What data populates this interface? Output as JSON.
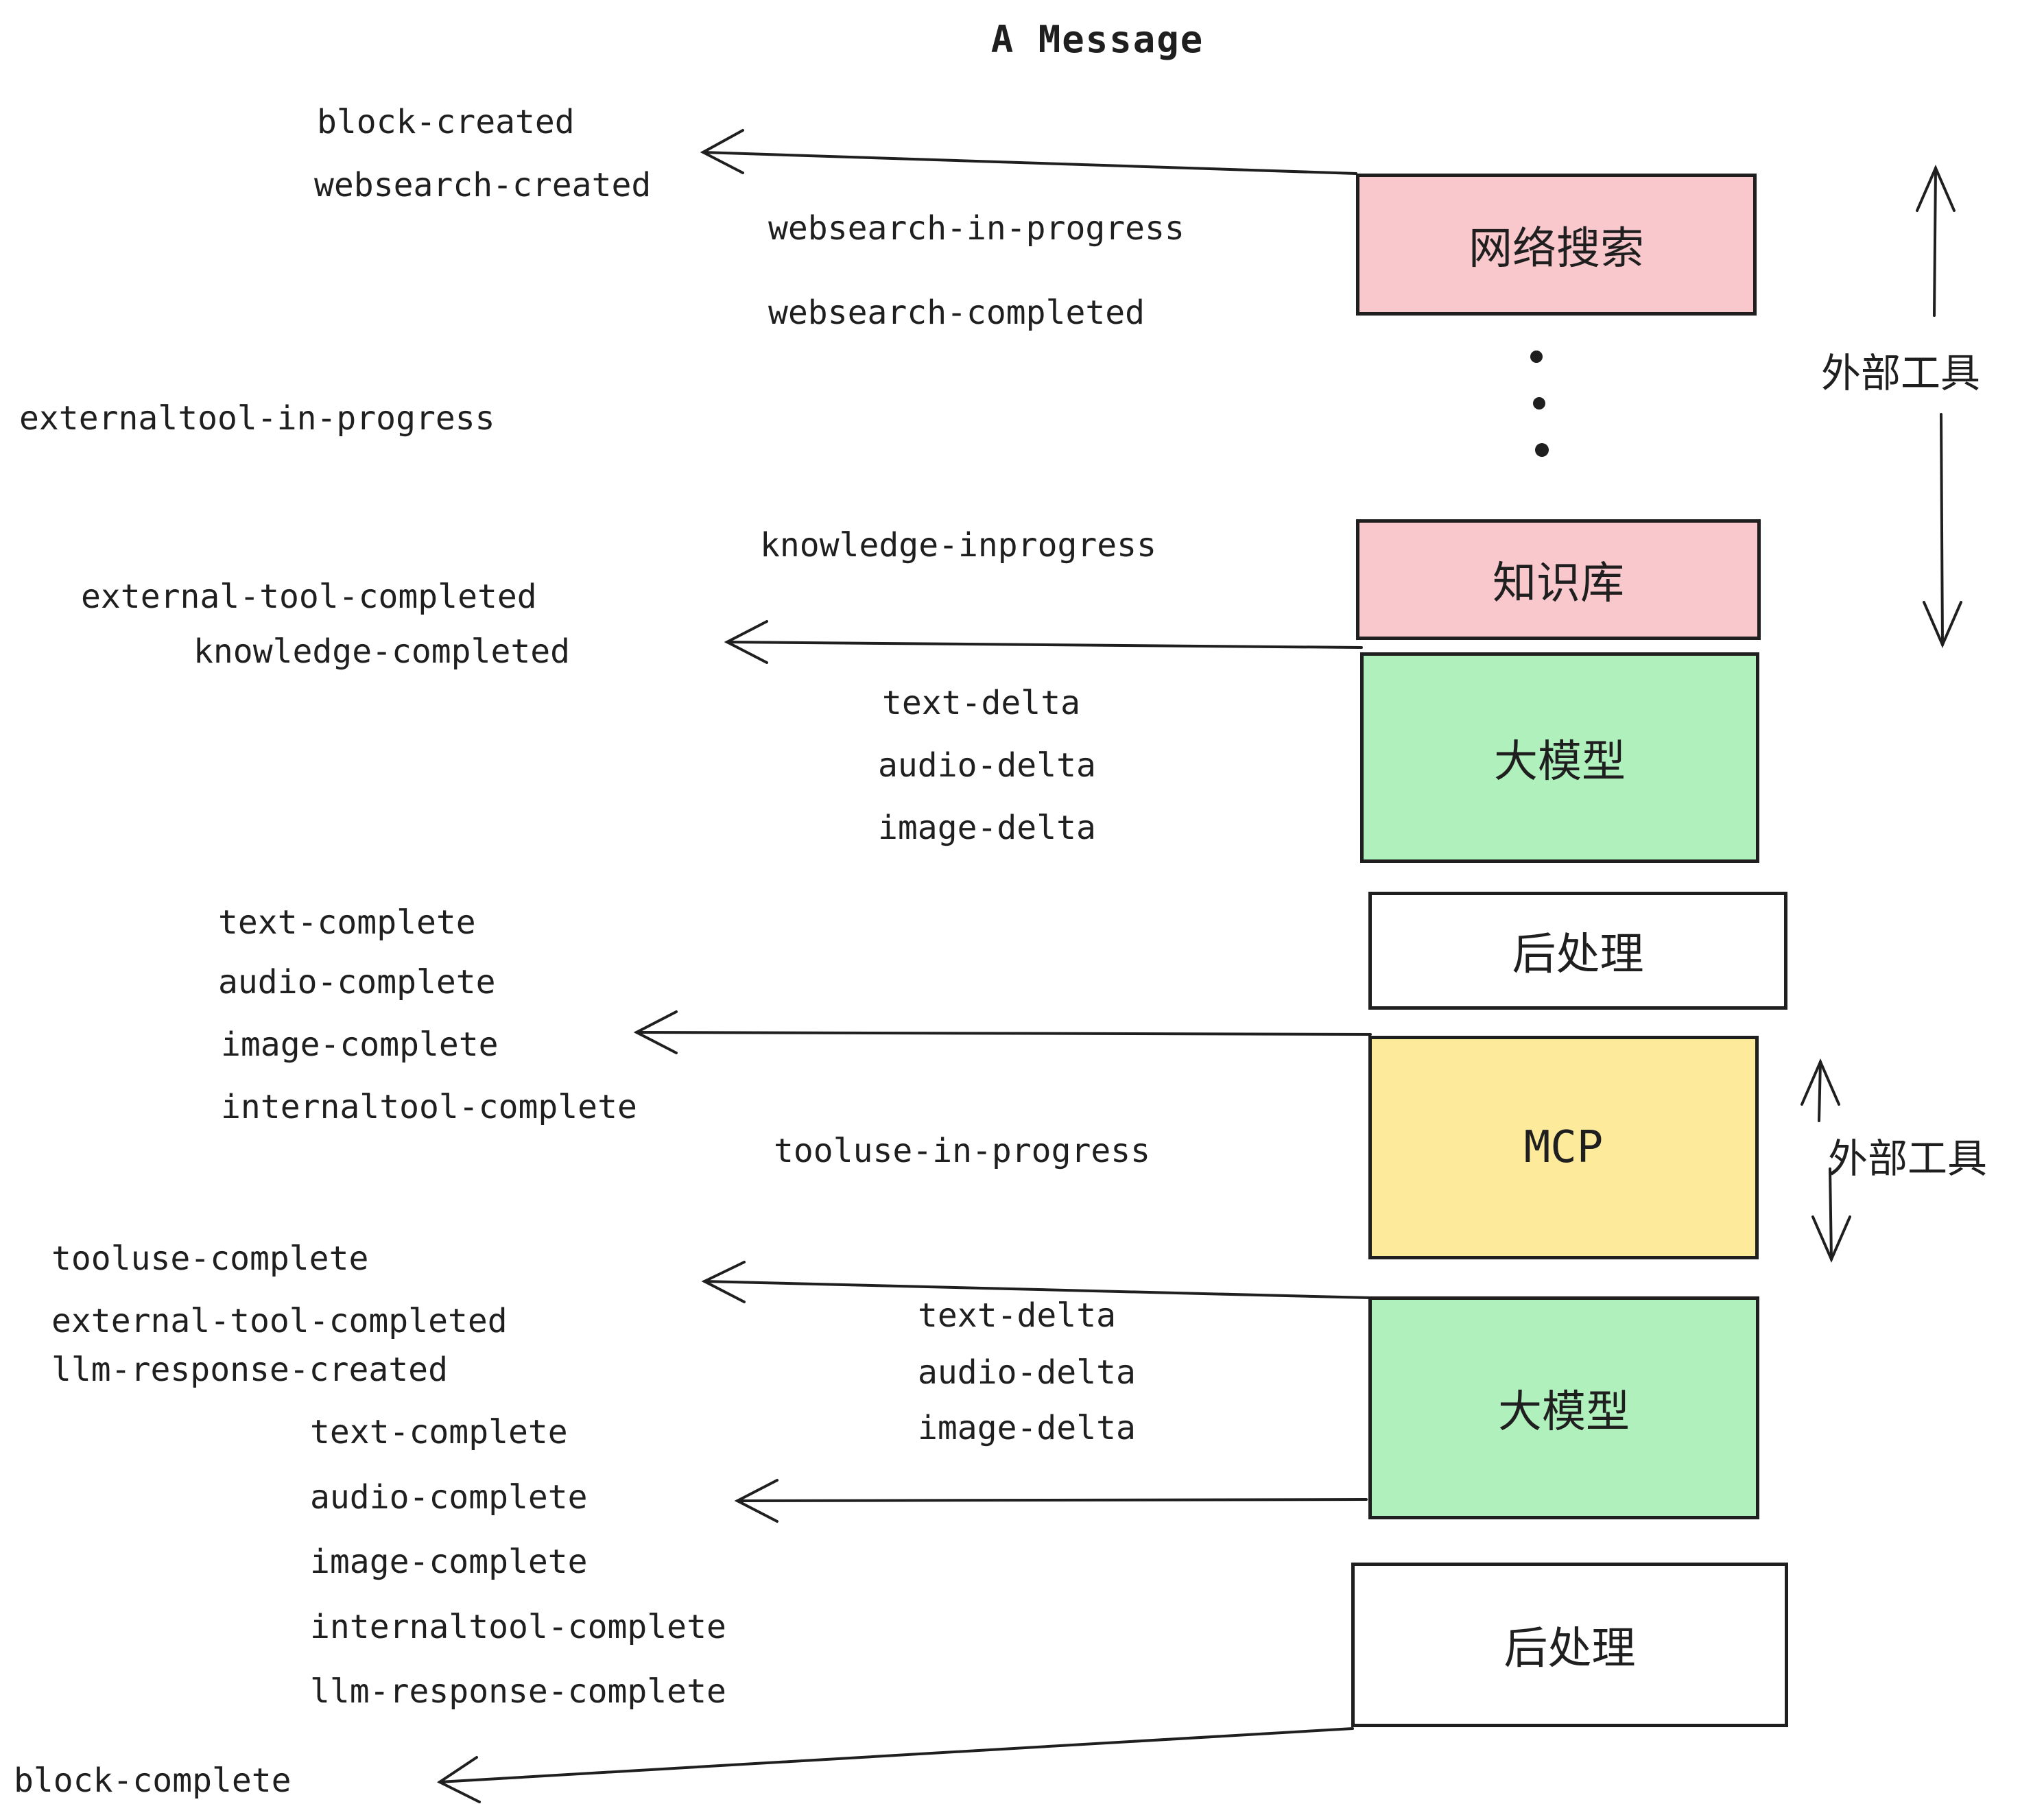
{
  "title": "A Message",
  "colors": {
    "pink": "#F9C8CC",
    "green": "#AFF0BC",
    "yellow": "#FDEB9B",
    "white": "#FFFFFF",
    "ink": "#1F1F1F"
  },
  "boxes": [
    {
      "name": "websearch",
      "label": "网络搜索",
      "fill": "pink"
    },
    {
      "name": "knowledge-base",
      "label": "知识库",
      "fill": "pink"
    },
    {
      "name": "llm-1",
      "label": "大模型",
      "fill": "green"
    },
    {
      "name": "post-process-1",
      "label": "后处理",
      "fill": "white"
    },
    {
      "name": "mcp",
      "label": "MCP",
      "fill": "yellow"
    },
    {
      "name": "llm-2",
      "label": "大模型",
      "fill": "green"
    },
    {
      "name": "post-process-2",
      "label": "后处理",
      "fill": "white"
    }
  ],
  "side_labels": [
    "外部工具",
    "外部工具"
  ],
  "events": [
    "block-created",
    "websearch-created",
    "websearch-in-progress",
    "websearch-completed",
    "externaltool-in-progress",
    "knowledge-inprogress",
    "external-tool-completed",
    "knowledge-completed",
    "text-delta",
    "audio-delta",
    "image-delta",
    "text-complete",
    "audio-complete",
    "image-complete",
    "internaltool-complete",
    "tooluse-in-progress",
    "tooluse-complete",
    "external-tool-completed",
    "llm-response-created",
    "text-complete",
    "audio-complete",
    "image-complete",
    "internaltool-complete",
    "llm-response-complete",
    "block-complete",
    "text-delta",
    "audio-delta",
    "image-delta"
  ]
}
